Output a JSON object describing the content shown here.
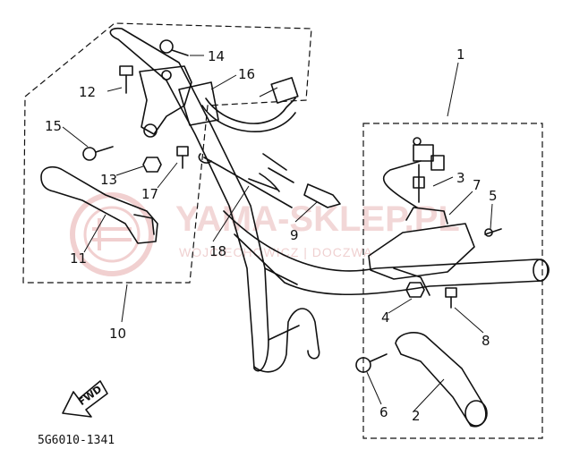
{
  "diagram": {
    "part_code": "5G6010-1341",
    "direction_label": "FWD",
    "watermark": {
      "brand": "YAMA-SKLEP.PL",
      "sub": "WOJCIECHOWICZ | DOCZWA"
    },
    "callouts": [
      {
        "id": "c1",
        "label": "1"
      },
      {
        "id": "c2",
        "label": "2"
      },
      {
        "id": "c3",
        "label": "3"
      },
      {
        "id": "c4",
        "label": "4"
      },
      {
        "id": "c5",
        "label": "5"
      },
      {
        "id": "c6",
        "label": "6"
      },
      {
        "id": "c7",
        "label": "7"
      },
      {
        "id": "c8",
        "label": "8"
      },
      {
        "id": "c9",
        "label": "9"
      },
      {
        "id": "c10",
        "label": "10"
      },
      {
        "id": "c11",
        "label": "11"
      },
      {
        "id": "c12",
        "label": "12"
      },
      {
        "id": "c13",
        "label": "13"
      },
      {
        "id": "c14",
        "label": "14"
      },
      {
        "id": "c15",
        "label": "15"
      },
      {
        "id": "c16",
        "label": "16"
      },
      {
        "id": "c17",
        "label": "17"
      },
      {
        "id": "c18",
        "label": "18"
      }
    ]
  }
}
